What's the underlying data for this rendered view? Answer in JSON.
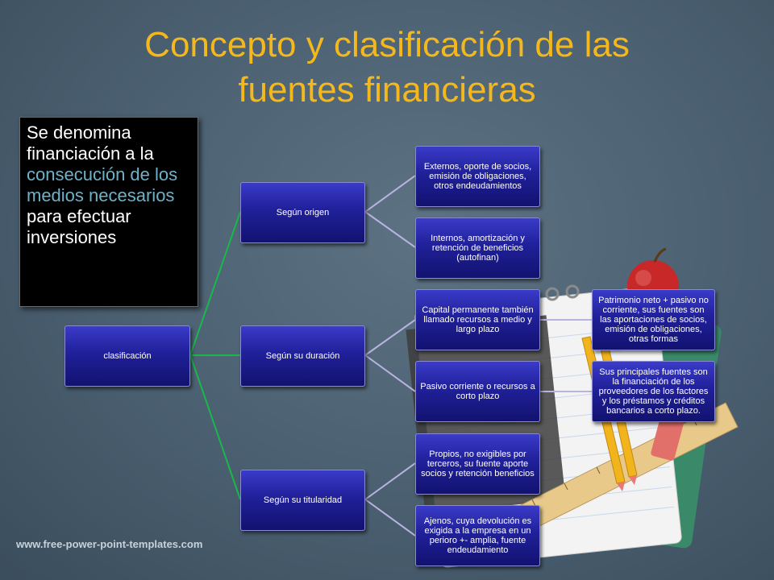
{
  "title": {
    "line1": "Concepto y clasificación de las",
    "line2": "fuentes financieras"
  },
  "definition": {
    "part1": "Se denomina financiación a la ",
    "highlight": "consecución de los medios necesarios",
    "part2": " para efectuar inversiones"
  },
  "diagram": {
    "root": "clasificación",
    "branches": {
      "origen": "Según origen",
      "duracion": "Según su duración",
      "titularidad": "Según su titularidad"
    },
    "leaves": {
      "externos": "Externos, oporte de socios, emisión de  obligaciones, otros endeudamientos",
      "internos": "Internos, amortización y retención de beneficios (autofinan)",
      "capital_permanente": "Capital permanente también llamado recursos a medio y largo plazo",
      "pasivo_corriente": "Pasivo corriente o recursos a corto plazo",
      "propios": "Propios, no exigibles por terceros, su fuente aporte socios y retención beneficios",
      "ajenos": "Ajenos, cuya devolución es exigida a la empresa en un perioro +- amplia, fuente endeudamiento"
    },
    "details": {
      "patrimonio": "Patrimonio neto + pasivo no corriente, sus fuentes son las aportaciones de socios, emisión de obligaciones, otras formas",
      "principales": "Sus principales fuentes son la financiación de los proveedores de los factores y los préstamos y créditos bancarios a corto plazo."
    }
  },
  "footer": "www.free-power-point-templates.com",
  "colors": {
    "title": "#f5b81c",
    "highlight": "#6fb2c8",
    "node": "#20209a",
    "root_connector": "#19b84a",
    "branch_connector": "#b9b3e0"
  }
}
